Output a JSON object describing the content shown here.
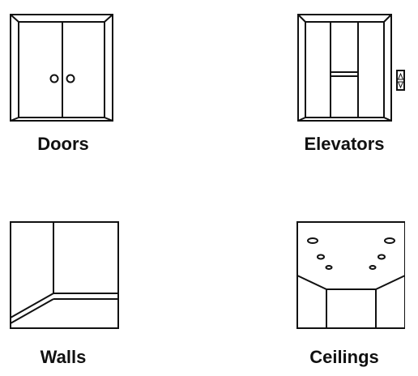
{
  "tiles": [
    {
      "label": "Doors",
      "icon": "double-door-icon"
    },
    {
      "label": "Elevators",
      "icon": "elevator-icon"
    },
    {
      "label": "Walls",
      "icon": "wall-corner-icon"
    },
    {
      "label": "Ceilings",
      "icon": "ceiling-icon"
    }
  ],
  "colors": {
    "stroke": "#111111",
    "background": "#ffffff",
    "text": "#111111"
  }
}
